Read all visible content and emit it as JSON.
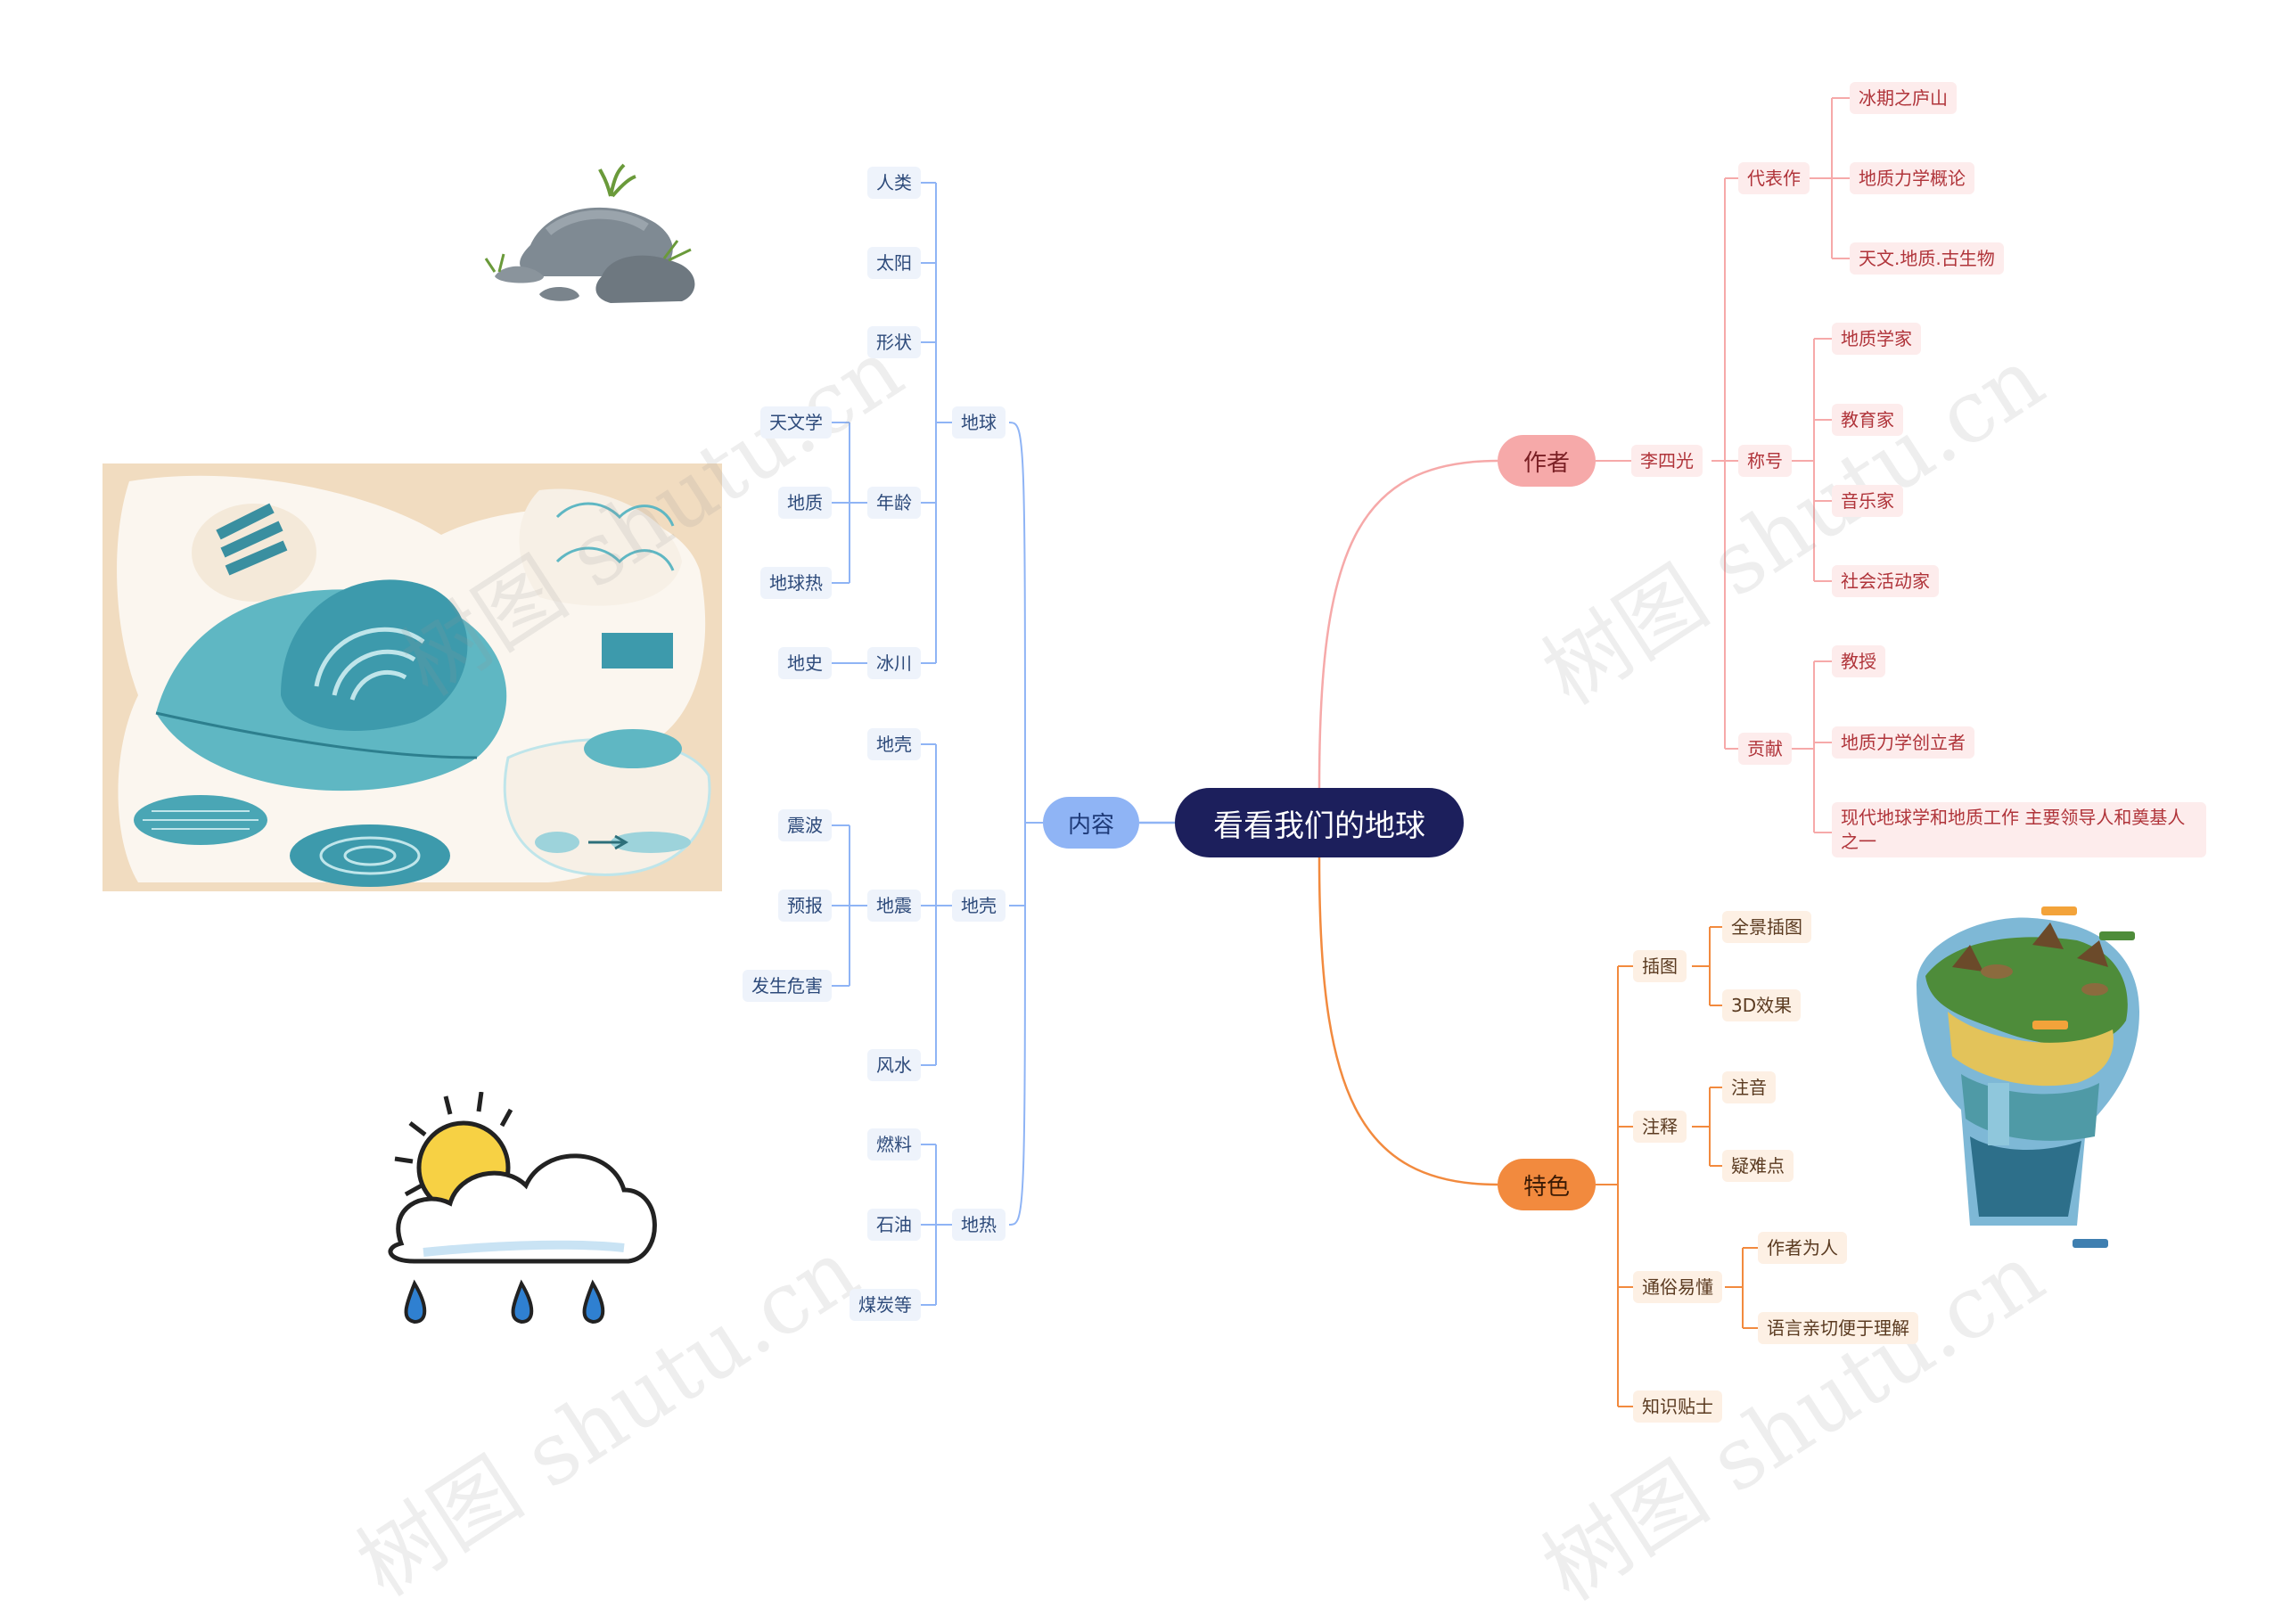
{
  "root": "看看我们的地球",
  "branches": {
    "content": {
      "label": "内容",
      "earth": {
        "label": "地球",
        "human": "人类",
        "sun": "太阳",
        "shape": "形状",
        "age": {
          "label": "年龄",
          "items": [
            "天文学",
            "地质",
            "地球热"
          ]
        },
        "glacier": {
          "label": "冰川",
          "items": [
            "地史"
          ]
        }
      },
      "crust": {
        "label": "地壳",
        "crust2": "地壳",
        "quake": {
          "label": "地震",
          "items": [
            "震波",
            "预报",
            "发生危害"
          ]
        },
        "fengshui": "风水"
      },
      "geothermal": {
        "label": "地热",
        "items": [
          "燃料",
          "石油",
          "煤炭等"
        ]
      }
    },
    "author": {
      "label": "作者",
      "person": "李四光",
      "works": {
        "label": "代表作",
        "items": [
          "冰期之庐山",
          "地质力学概论",
          "天文.地质.古生物"
        ]
      },
      "titles": {
        "label": "称号",
        "items": [
          "地质学家",
          "教育家",
          "音乐家",
          "社会活动家"
        ]
      },
      "contribution": {
        "label": "贡献",
        "items": [
          "教授",
          "地质力学创立者",
          "现代地球学和地质工作 主要领导人和奠基人之一"
        ]
      }
    },
    "feature": {
      "label": "特色",
      "illustration": {
        "label": "插图",
        "items": [
          "全景插图",
          "3D效果"
        ]
      },
      "annotation": {
        "label": "注释",
        "items": [
          "注音",
          "疑难点"
        ]
      },
      "plain": {
        "label": "通俗易懂",
        "items": [
          "作者为人",
          "语言亲切便于理解"
        ]
      },
      "tips": "知识贴士"
    }
  },
  "watermark": "树图 shutu.cn",
  "colors": {
    "content": "#8fb4f5",
    "author": "#f6a9a9",
    "feature": "#f28a3e",
    "root": "#1c1f5c"
  }
}
